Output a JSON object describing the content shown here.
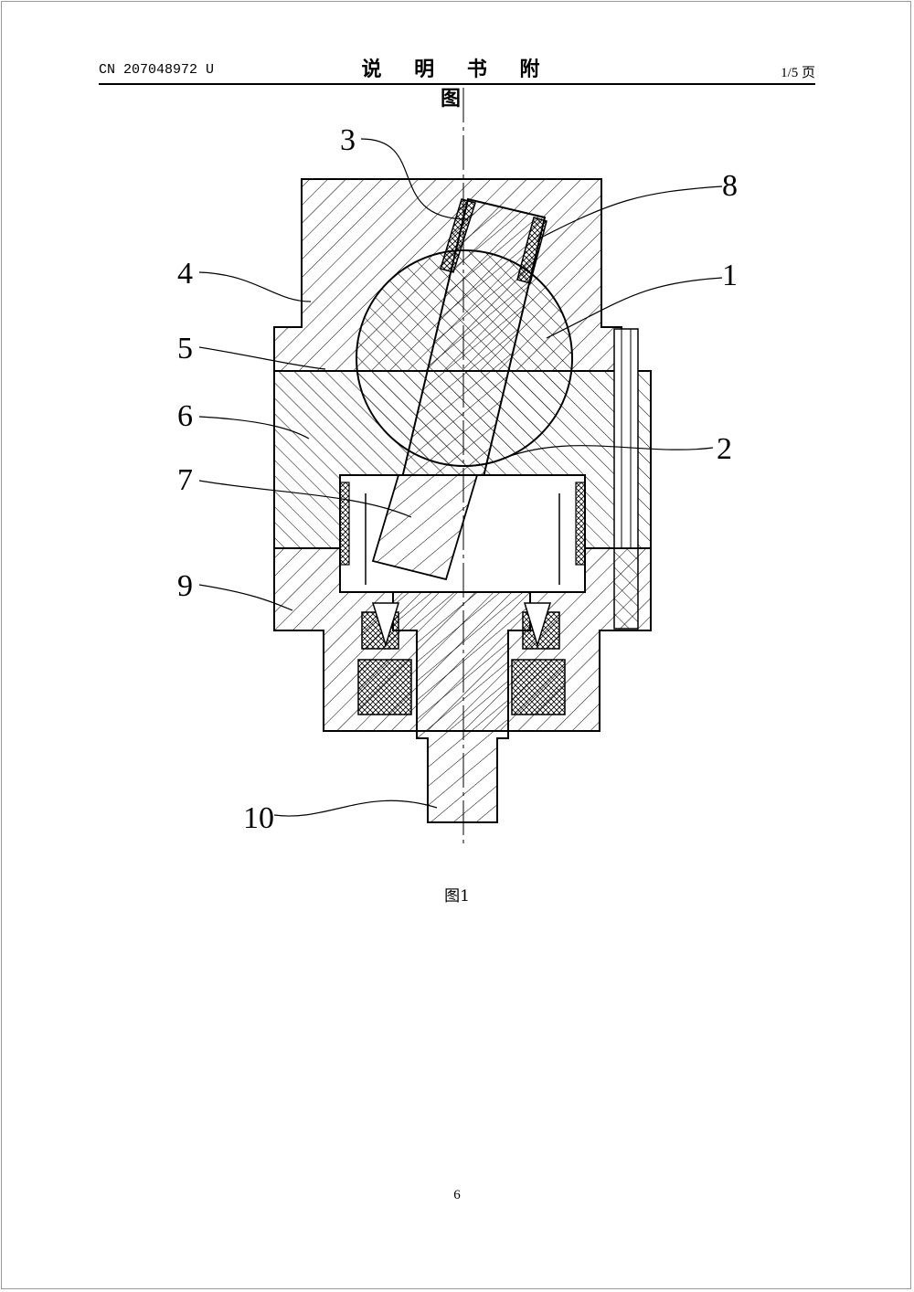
{
  "header": {
    "patent_number": "CN 207048972 U",
    "title": "说 明 书 附 图",
    "page_count": "1/5 页"
  },
  "figure": {
    "caption": "图1",
    "labels": [
      "3",
      "8",
      "4",
      "1",
      "5",
      "6",
      "2",
      "7",
      "9",
      "10"
    ]
  },
  "footer": {
    "page_number": "6"
  }
}
